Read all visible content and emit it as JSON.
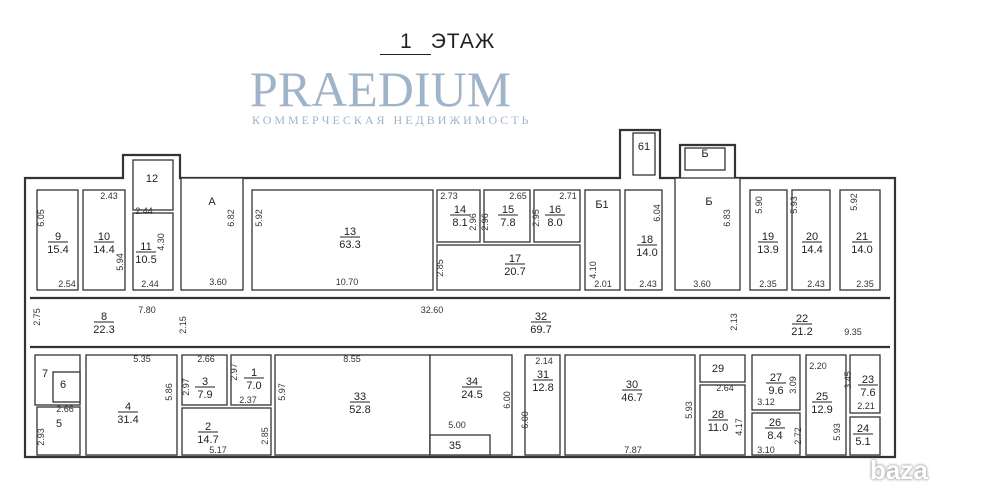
{
  "title": {
    "number": "1",
    "label": "ЭТАЖ"
  },
  "watermark": {
    "brand": "PRAEDIUM",
    "tagline": "КОММЕРЧЕСКАЯ НЕДВИЖИМОСТЬ"
  },
  "corner_logo": "baza",
  "colors": {
    "lines": "#333333",
    "watermark": "#a9bccf"
  },
  "rooms": [
    {
      "id": "9",
      "area": "15.4"
    },
    {
      "id": "10",
      "area": "14.4"
    },
    {
      "id": "12",
      "area": ""
    },
    {
      "id": "11",
      "area": "10.5"
    },
    {
      "id": "А",
      "area": ""
    },
    {
      "id": "13",
      "area": "63.3"
    },
    {
      "id": "14",
      "area": "8.1"
    },
    {
      "id": "15",
      "area": "7.8"
    },
    {
      "id": "16",
      "area": "8.0"
    },
    {
      "id": "17",
      "area": "20.7"
    },
    {
      "id": "Б1",
      "area": ""
    },
    {
      "id": "18",
      "area": "14.0"
    },
    {
      "id": "Б",
      "area": ""
    },
    {
      "id": "19",
      "area": "13.9"
    },
    {
      "id": "20",
      "area": "14.4"
    },
    {
      "id": "21",
      "area": "14.0"
    },
    {
      "id": "8",
      "area": "22.3"
    },
    {
      "id": "32",
      "area": "69.7"
    },
    {
      "id": "22",
      "area": "21.2"
    },
    {
      "id": "7",
      "area": ""
    },
    {
      "id": "6",
      "area": ""
    },
    {
      "id": "5",
      "area": ""
    },
    {
      "id": "4",
      "area": "31.4"
    },
    {
      "id": "3",
      "area": "7.9"
    },
    {
      "id": "1",
      "area": "7.0"
    },
    {
      "id": "2",
      "area": "14.7"
    },
    {
      "id": "33",
      "area": "52.8"
    },
    {
      "id": "34",
      "area": "24.5"
    },
    {
      "id": "35",
      "area": ""
    },
    {
      "id": "31",
      "area": "12.8"
    },
    {
      "id": "30",
      "area": "46.7"
    },
    {
      "id": "29",
      "area": ""
    },
    {
      "id": "28",
      "area": "11.0"
    },
    {
      "id": "27",
      "area": "9.6"
    },
    {
      "id": "26",
      "area": "8.4"
    },
    {
      "id": "25",
      "area": "12.9"
    },
    {
      "id": "23",
      "area": "7.6"
    },
    {
      "id": "24",
      "area": "5.1"
    },
    {
      "id": "61",
      "area": ""
    },
    {
      "id": "Б",
      "area": ""
    }
  ],
  "dimensions": [
    "6.05",
    "2.54",
    "2.43",
    "5.94",
    "2.44",
    "4.30",
    "2.44",
    "6.82",
    "3.60",
    "5.92",
    "10.70",
    "2.73",
    "2.96",
    "2.96",
    "2.65",
    "2.95",
    "2.71",
    "2.85",
    "4.10",
    "2.01",
    "6.04",
    "2.43",
    "3.60",
    "6.83",
    "5.90",
    "5.93",
    "5.92",
    "2.35",
    "2.43",
    "2.35",
    "2.75",
    "7.80",
    "2.15",
    "32.60",
    "2.13",
    "9.35",
    "5.35",
    "5.86",
    "2.66",
    "2.97",
    "2.97",
    "2.37",
    "5.97",
    "2.85",
    "5.17",
    "2.66",
    "2.93",
    "8.55",
    "5.00",
    "6.00",
    "2.14",
    "6.00",
    "5.93",
    "7.87",
    "2.64",
    "4.17",
    "3.12",
    "3.09",
    "2.72",
    "3.10",
    "2.20",
    "3.45",
    "2.21",
    "5.93"
  ]
}
